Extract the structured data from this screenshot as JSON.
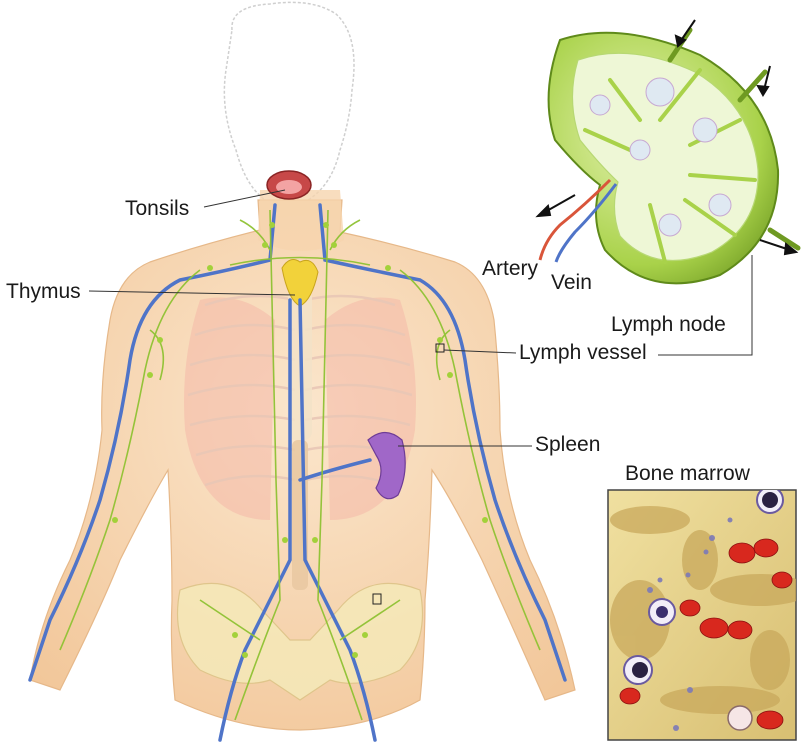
{
  "labels": {
    "tonsils": "Tonsils",
    "thymus": "Thymus",
    "artery": "Artery",
    "vein": "Vein",
    "lymph_node": "Lymph node",
    "lymph_vessel": "Lymph vessel",
    "spleen": "Spleen",
    "bone_marrow": "Bone marrow"
  },
  "colors": {
    "skin": "#f7d9b8",
    "lymph_green": "#9ccc3a",
    "vein_blue": "#4f74c8",
    "artery_red": "#d9553a",
    "spleen_purple": "#a067c8",
    "thymus_yellow": "#f2d23a",
    "marrow_yellow": "#eedc8c",
    "blood_cell_red": "#d8281e"
  },
  "icons": [
    "body-figure",
    "lymph-node-cross-section",
    "bone-marrow-inset"
  ]
}
